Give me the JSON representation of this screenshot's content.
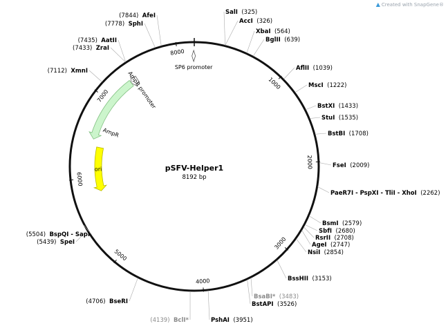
{
  "watermark": {
    "prefix": "Created with ",
    "brand": "SnapGene",
    "mark": "®"
  },
  "plasmid": {
    "name": "pSFV-Helper1",
    "size_label": "8192 bp",
    "length": 8192
  },
  "colors": {
    "backbone": "#111111",
    "ampr_fill": "#ccf5cc",
    "ampr_stroke": "#7fbf7f",
    "ori_fill": "#ffff00",
    "ori_stroke": "#b8b800",
    "promoter_fill": "#ffffff",
    "grey_site": "#8a8a8a"
  },
  "ticks": [
    {
      "pos": 1000,
      "label": "1000"
    },
    {
      "pos": 2000,
      "label": "2000"
    },
    {
      "pos": 3000,
      "label": "3000"
    },
    {
      "pos": 4000,
      "label": "4000"
    },
    {
      "pos": 5000,
      "label": "5000"
    },
    {
      "pos": 6000,
      "label": "6000"
    },
    {
      "pos": 7000,
      "label": "7000"
    },
    {
      "pos": 8000,
      "label": "8000"
    }
  ],
  "features": [
    {
      "name": "SP6 promoter",
      "type": "promoter",
      "start": 8160,
      "end": 8192
    },
    {
      "name": "AmpR promoter",
      "type": "promoter",
      "start": 7350,
      "end": 7440
    },
    {
      "name": "AmpR",
      "type": "cds",
      "start": 6490,
      "end": 7350
    },
    {
      "name": "ori",
      "type": "origin",
      "start": 5810,
      "end": 6400
    }
  ],
  "sites": [
    {
      "name": "SalI",
      "pos": "325",
      "location": 325,
      "grey": false
    },
    {
      "name": "AccI",
      "pos": "326",
      "location": 326,
      "grey": false
    },
    {
      "name": "XbaI",
      "pos": "564",
      "location": 564,
      "grey": false
    },
    {
      "name": "BglII",
      "pos": "639",
      "location": 639,
      "grey": false
    },
    {
      "name": "AflII",
      "pos": "1039",
      "location": 1039,
      "grey": false
    },
    {
      "name": "MscI",
      "pos": "1222",
      "location": 1222,
      "grey": false
    },
    {
      "name": "BstXI",
      "pos": "1433",
      "location": 1433,
      "grey": false
    },
    {
      "name": "StuI",
      "pos": "1535",
      "location": 1535,
      "grey": false
    },
    {
      "name": "BstBI",
      "pos": "1708",
      "location": 1708,
      "grey": false
    },
    {
      "name": "FseI",
      "pos": "2009",
      "location": 2009,
      "grey": false
    },
    {
      "name": "PaeR7I - PspXI - TliI - XhoI",
      "pos": "2262",
      "location": 2262,
      "grey": false
    },
    {
      "name": "BsmI",
      "pos": "2579",
      "location": 2579,
      "grey": false
    },
    {
      "name": "SbfI",
      "pos": "2680",
      "location": 2680,
      "grey": false
    },
    {
      "name": "RsrII",
      "pos": "2708",
      "location": 2708,
      "grey": false
    },
    {
      "name": "AgeI",
      "pos": "2747",
      "location": 2747,
      "grey": false
    },
    {
      "name": "NsiI",
      "pos": "2854",
      "location": 2854,
      "grey": false
    },
    {
      "name": "BssHII",
      "pos": "3153",
      "location": 3153,
      "grey": false
    },
    {
      "name": "BsaBI*",
      "pos": "3483",
      "location": 3483,
      "grey": true
    },
    {
      "name": "BstAPI",
      "pos": "3526",
      "location": 3526,
      "grey": false
    },
    {
      "name": "PshAI",
      "pos": "3951",
      "location": 3951,
      "grey": false
    },
    {
      "name": "BclI*",
      "pos": "4139",
      "location": 4139,
      "grey": true
    },
    {
      "name": "BseRI",
      "pos": "4706",
      "location": 4706,
      "grey": false
    },
    {
      "name": "SpeI",
      "pos": "5439",
      "location": 5439,
      "grey": false
    },
    {
      "name": "BspQI - SapI",
      "pos": "5504",
      "location": 5504,
      "grey": false
    },
    {
      "name": "XmnI",
      "pos": "7112",
      "location": 7112,
      "grey": false
    },
    {
      "name": "ZraI",
      "pos": "7433",
      "location": 7433,
      "grey": false
    },
    {
      "name": "AatII",
      "pos": "7435",
      "location": 7435,
      "grey": false
    },
    {
      "name": "SphI",
      "pos": "7778",
      "location": 7778,
      "grey": false
    },
    {
      "name": "AfeI",
      "pos": "7844",
      "location": 7844,
      "grey": false
    }
  ]
}
